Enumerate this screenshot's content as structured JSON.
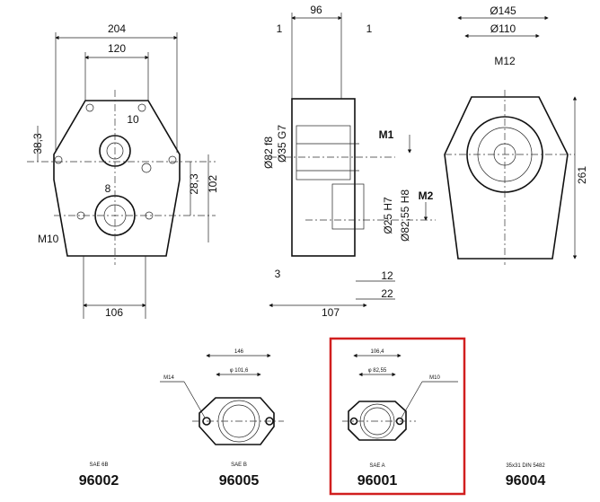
{
  "views": {
    "front": {
      "dims": {
        "width_total": "204",
        "width_inner": "120",
        "offset": "10",
        "height_upper": "38,3",
        "height_mid": "28,3",
        "height_total": "102",
        "offset_small": "8",
        "thread": "M10",
        "base": "106"
      }
    },
    "side": {
      "dims": {
        "width": "96",
        "gap_left": "1",
        "gap_right": "1",
        "dia_outer": "Ø82 f8",
        "dia_shaft": "Ø35 G7",
        "m1": "M1",
        "m2": "M2",
        "dia_bore": "Ø25 H7",
        "dia_flange": "Ø82,55 H8",
        "left_offset": "3",
        "right_a": "12",
        "right_b": "22",
        "length": "107"
      }
    },
    "rear": {
      "dims": {
        "dia_outer": "Ø145",
        "dia_inner": "Ø110",
        "thread": "M12",
        "height": "261"
      }
    }
  },
  "flanges": [
    {
      "standard": "SAE 6B",
      "code": "96002"
    },
    {
      "standard": "SAE B",
      "code": "96005",
      "width": "146",
      "diameter": "φ 101,6",
      "thread": "M14"
    },
    {
      "standard": "SAE A",
      "code": "96001",
      "width": "106,4",
      "diameter": "φ 82,55",
      "thread": "M10",
      "highlighted": true
    },
    {
      "standard": "35x31 DIN 5482",
      "code": "96004"
    }
  ],
  "colors": {
    "highlight": "#d11f1f",
    "ink": "#111111"
  }
}
